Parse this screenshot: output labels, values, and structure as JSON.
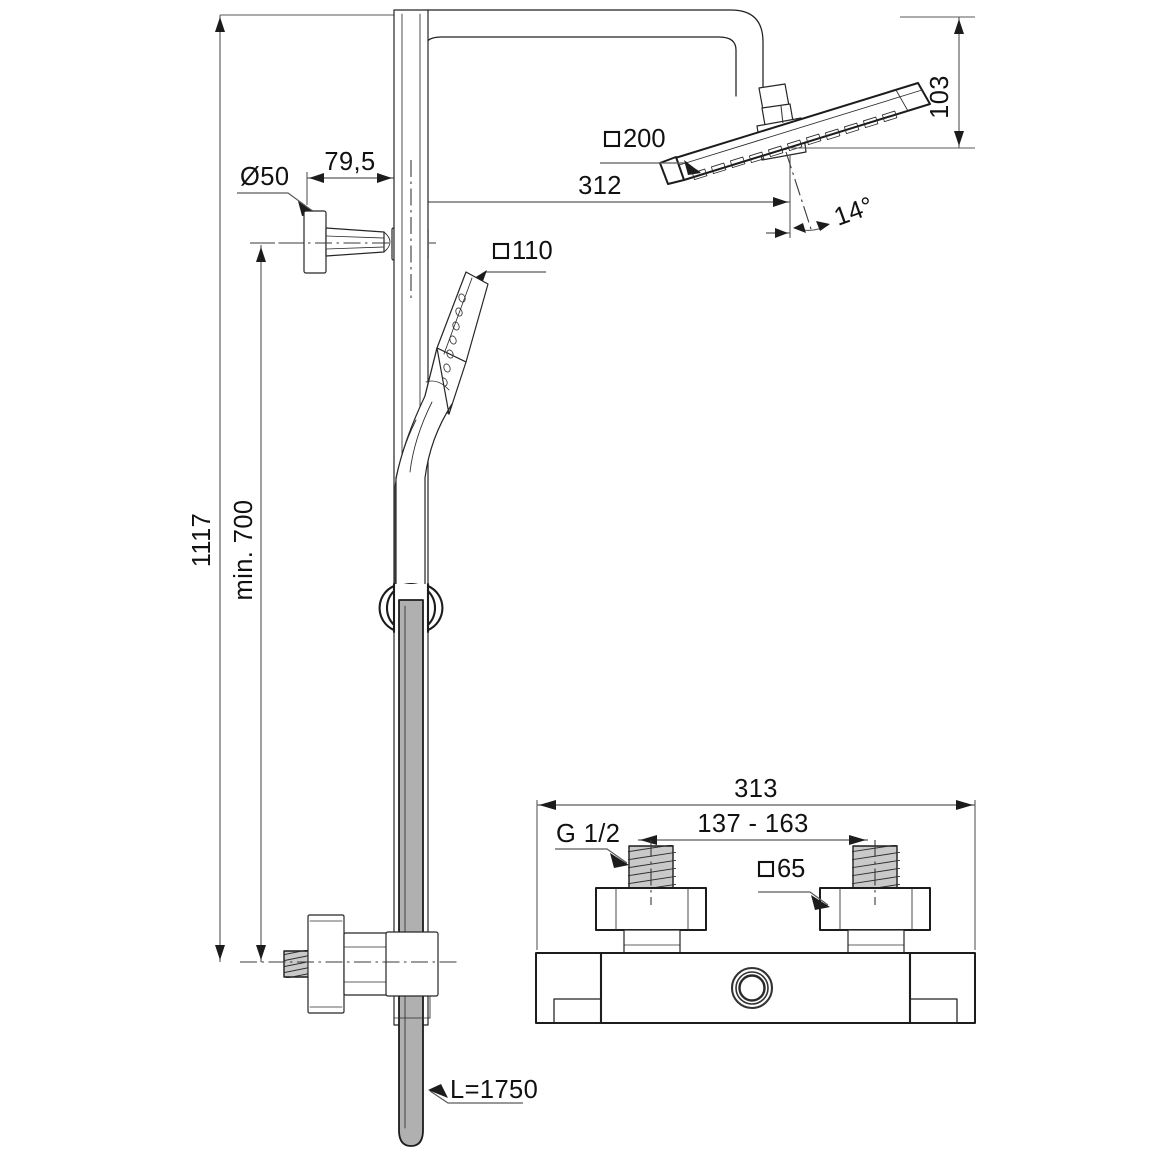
{
  "drawing": {
    "title": "Shower column technical dimension drawing",
    "units": "mm",
    "line_color": "#1c1c1c",
    "dim_color": "#5a5a5a",
    "hose_color": "#b0b0b0",
    "background": "#ffffff"
  },
  "dimensions": {
    "overall_height": "1117",
    "slide_bar_min_height": "min. 700",
    "wall_bracket_diameter": "Ø50",
    "bracket_projection": "79,5",
    "head_shower_projection": "312",
    "head_shower_height_offset": "103",
    "head_shower_tilt_angle": "14°",
    "head_shower_size": "200",
    "hand_shower_size": "110",
    "hose_length": "L=1750",
    "valve_overall_width": "313",
    "valve_connection_spacing": "137 - 163",
    "valve_thread": "G 1/2",
    "valve_escutcheon_size": "65"
  },
  "labels": {
    "square_symbol": "□",
    "diameter_symbol": "Ø",
    "degree_symbol": "°"
  },
  "components": {
    "rain_shower_head": "rain-shower-head",
    "shower_arm": "shower-arm",
    "ball_joint": "ball-joint-connector",
    "wall_bracket": "wall-bracket",
    "slide_rail": "slide-rail",
    "hand_shower": "hand-shower",
    "hand_shower_holder": "hand-shower-holder",
    "shower_hose": "shower-hose",
    "bottom_inlet_elbow": "bottom-inlet-elbow",
    "thermostatic_valve": "thermostatic-mixer-valve",
    "valve_outlet_port": "valve-outlet-port",
    "valve_inlet_left": "valve-inlet-left",
    "valve_inlet_right": "valve-inlet-right"
  }
}
